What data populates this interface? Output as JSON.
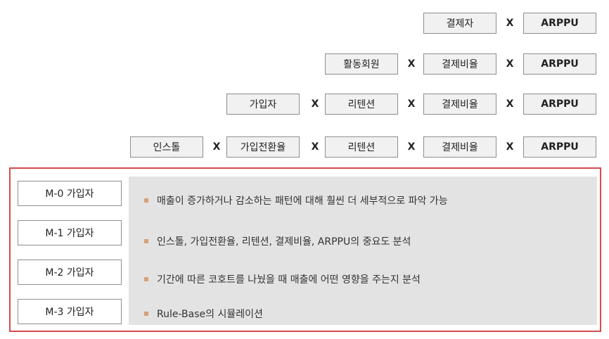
{
  "rows": [
    {
      "terms": [
        "결제자",
        "ARPPU"
      ]
    },
    {
      "terms": [
        "활동회원",
        "결제비율",
        "ARPPU"
      ]
    },
    {
      "terms": [
        "가입자",
        "리텐션",
        "결제비율",
        "ARPPU"
      ]
    },
    {
      "terms": [
        "인스톨",
        "가입전환율",
        "리텐션",
        "결제비율",
        "ARPPU"
      ]
    }
  ],
  "operator": "X",
  "cohorts": [
    "M-0 가입자",
    "M-1 가입자",
    "M-2 가입자",
    "M-3 가입자"
  ],
  "notes": [
    "매출이 증가하거나 감소하는 패턴에 대해 훨씬 더 세부적으로 파악 가능",
    "인스톨, 가입전환율, 리텐션, 결제비율, ARPPU의 중요도 분석",
    "기간에 따른 코호트를 나눴을 때 매출에 어떤 영향을 주는지 분석",
    "Rule-Base의 시뮬레이션"
  ],
  "colors": {
    "frame": "#d64a4e",
    "bullet": "#d7a17a",
    "panel": "#e3e3e3"
  }
}
